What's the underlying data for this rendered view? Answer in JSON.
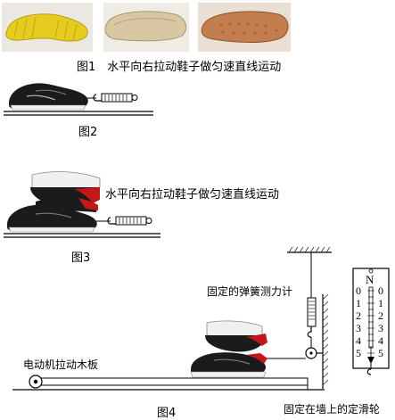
{
  "figure1": {
    "caption": "图1　水平向右拉动鞋子做匀速直线运动"
  },
  "figure2": {
    "caption": "图2"
  },
  "figure3": {
    "caption": "图3",
    "instruction": "水平向右拉动鞋子做匀速直线运动"
  },
  "figure4": {
    "caption": "图4",
    "spring_label": "固定的弹簧测力计",
    "motor_label": "电动机拉动木板",
    "pulley_label": "固定在墙上的定滑轮",
    "scale": {
      "unit": "N",
      "left_ticks": [
        "0",
        "1",
        "2",
        "3",
        "4",
        "5"
      ],
      "right_ticks": [
        "0",
        "1",
        "2",
        "3",
        "4",
        "5"
      ]
    }
  },
  "colors": {
    "yellow_sole": "#e6cc1f",
    "beige_sole": "#d8c7a2",
    "tan_sole": "#c27e4e",
    "shoe_black": "#1b1b1b",
    "shoe_red": "#c3171c",
    "wall_hatch": "#333333"
  }
}
